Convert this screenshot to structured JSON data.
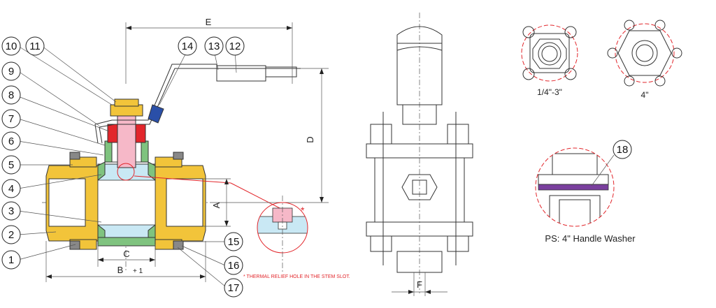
{
  "diagram": {
    "part_numbers": [
      "1",
      "2",
      "3",
      "4",
      "5",
      "6",
      "7",
      "8",
      "9",
      "10",
      "11",
      "12",
      "13",
      "14",
      "15",
      "16",
      "17",
      "18"
    ],
    "dimensions": {
      "e": "E",
      "d": "D",
      "a": "A",
      "c": "C",
      "b": "B",
      "b_suffix": "+ 1",
      "f": "F"
    },
    "size_labels": {
      "small": "1/4\"-3\"",
      "large": "4\""
    },
    "notes": {
      "thermal": "* THERMAL RELIEF HOLE IN THE STEM SLOT.",
      "detail_star": "*",
      "ps": "PS: 4\" Handle Washer"
    },
    "colors": {
      "brass": "#f2c43a",
      "green": "#7fc37f",
      "blue_ball": "#c9e8f4",
      "pink_stem": "#f6b8c8",
      "red_packing": "#e2262b",
      "blue_sleeve": "#2a4fa8",
      "purple_washer": "#7a3f9e",
      "steel": "#e9e9e9"
    }
  }
}
